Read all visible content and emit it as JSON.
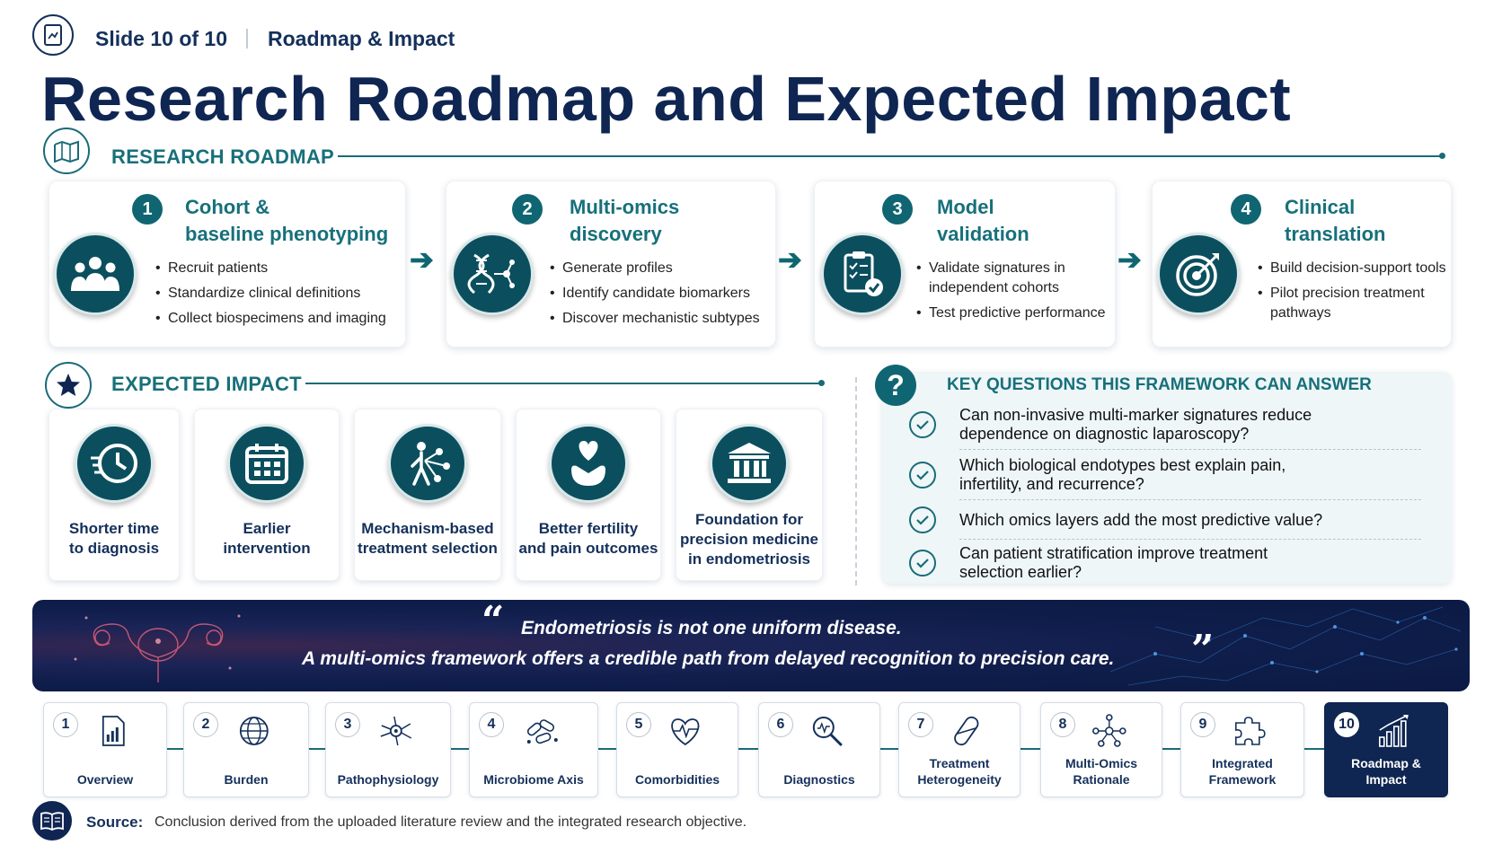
{
  "header": {
    "slide_label": "Slide 10 of 10",
    "section_label": "Roadmap & Impact",
    "title": "Research Roadmap and Expected Impact"
  },
  "roadmap": {
    "heading": "RESEARCH ROADMAP",
    "steps": [
      {
        "num": "1",
        "title_l1": "Cohort &",
        "title_l2": "baseline phenotyping",
        "icon": "people-group-icon",
        "bullets": [
          "Recruit patients",
          "Standardize clinical definitions",
          "Collect biospecimens and imaging"
        ]
      },
      {
        "num": "2",
        "title_l1": "Multi-omics",
        "title_l2": "discovery",
        "icon": "dna-network-icon",
        "bullets": [
          "Generate profiles",
          "Identify candidate biomarkers",
          "Discover mechanistic subtypes"
        ]
      },
      {
        "num": "3",
        "title_l1": "Model",
        "title_l2": "validation",
        "icon": "clipboard-check-icon",
        "bullets": [
          "Validate signatures in independent cohorts",
          "Test predictive performance"
        ]
      },
      {
        "num": "4",
        "title_l1": "Clinical",
        "title_l2": "translation",
        "icon": "target-icon",
        "bullets": [
          "Build decision-support tools",
          "Pilot precision treatment pathways"
        ]
      }
    ]
  },
  "impact": {
    "heading": "EXPECTED IMPACT",
    "items": [
      {
        "l1": "Shorter time",
        "l2": "to diagnosis",
        "l3": "",
        "icon": "clock-fast-icon"
      },
      {
        "l1": "Earlier",
        "l2": "intervention",
        "l3": "",
        "icon": "calendar-icon"
      },
      {
        "l1": "Mechanism-based",
        "l2": "treatment selection",
        "l3": "",
        "icon": "person-network-icon"
      },
      {
        "l1": "Better fertility",
        "l2": "and pain outcomes",
        "l3": "",
        "icon": "heart-hand-icon"
      },
      {
        "l1": "Foundation for",
        "l2": "precision medicine",
        "l3": "in endometriosis",
        "icon": "institution-icon"
      }
    ]
  },
  "questions": {
    "heading": "KEY QUESTIONS THIS FRAMEWORK CAN ANSWER",
    "items": [
      {
        "l1": "Can non-invasive multi-marker signatures reduce",
        "l2": "dependence on diagnostic laparoscopy?"
      },
      {
        "l1": "Which biological endotypes best explain pain,",
        "l2": "infertility, and recurrence?"
      },
      {
        "l1": "Which omics layers add the most predictive value?",
        "l2": ""
      },
      {
        "l1": "Can patient stratification improve treatment",
        "l2": "selection earlier?"
      }
    ]
  },
  "quote": {
    "open": "“",
    "line1": "Endometriosis is not one uniform disease.",
    "line2": "A multi-omics framework offers a credible path from delayed recognition to precision care.",
    "close": "”"
  },
  "nav": [
    {
      "num": "1",
      "l1": "Overview",
      "l2": "",
      "icon": "chart-document-icon"
    },
    {
      "num": "2",
      "l1": "Burden",
      "l2": "",
      "icon": "globe-icon"
    },
    {
      "num": "3",
      "l1": "Pathophysiology",
      "l2": "",
      "icon": "cell-icon"
    },
    {
      "num": "4",
      "l1": "Microbiome Axis",
      "l2": "",
      "icon": "bacteria-icon"
    },
    {
      "num": "5",
      "l1": "Comorbidities",
      "l2": "",
      "icon": "heart-pulse-icon"
    },
    {
      "num": "6",
      "l1": "Diagnostics",
      "l2": "",
      "icon": "magnifier-icon"
    },
    {
      "num": "7",
      "l1": "Treatment",
      "l2": "Heterogeneity",
      "icon": "capsule-icon"
    },
    {
      "num": "8",
      "l1": "Multi-Omics",
      "l2": "Rationale",
      "icon": "molecule-network-icon"
    },
    {
      "num": "9",
      "l1": "Integrated",
      "l2": "Framework",
      "icon": "puzzle-icon"
    },
    {
      "num": "10",
      "l1": "Roadmap &",
      "l2": "Impact",
      "icon": "bar-chart-growth-icon"
    }
  ],
  "source": {
    "label": "Source:",
    "text": "Conclusion derived from the uploaded literature review and the integrated research objective."
  },
  "colors": {
    "navy": "#0f2552",
    "teal": "#17707a",
    "icon_circle": "#0b4f5e"
  }
}
